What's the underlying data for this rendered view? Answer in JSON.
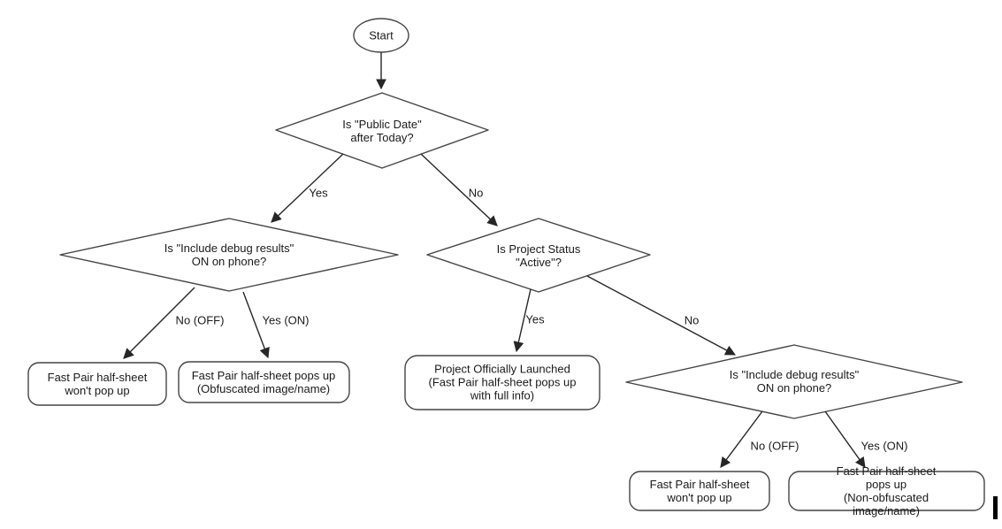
{
  "canvas": {
    "background": "#ffffff",
    "shape_stroke": "#454545",
    "arrow_color": "#262626",
    "text_color": "#1a1a1a"
  },
  "nodes": {
    "start": {
      "label": "Start"
    },
    "decision_public_date": {
      "label": "Is \"Public Date\"\nafter Today?"
    },
    "decision_debug_left": {
      "label": "Is \"Include debug results\"\nON on phone?"
    },
    "decision_project_status": {
      "label": "Is Project Status\n\"Active\"?"
    },
    "decision_debug_right": {
      "label": "Is \"Include debug results\"\nON on phone?"
    },
    "outcome_no_popup_left": {
      "label": "Fast Pair half-sheet\nwon't pop up"
    },
    "outcome_obfuscated": {
      "label": "Fast Pair half-sheet pops up\n(Obfuscated image/name)"
    },
    "outcome_launched": {
      "label": "Project Officially Launched\n(Fast Pair half-sheet pops up\nwith full info)"
    },
    "outcome_no_popup_right": {
      "label": "Fast Pair half-sheet\nwon't pop up"
    },
    "outcome_non_obfuscated": {
      "label": "Fast Pair half-sheet pops up\n(Non-obfuscated image/name)"
    }
  },
  "edge_labels": {
    "public_date_yes": "Yes",
    "public_date_no": "No",
    "debug_left_no": "No (OFF)",
    "debug_left_yes": "Yes (ON)",
    "project_status_yes": "Yes",
    "project_status_no": "No",
    "debug_right_no": "No (OFF)",
    "debug_right_yes": "Yes (ON)"
  }
}
